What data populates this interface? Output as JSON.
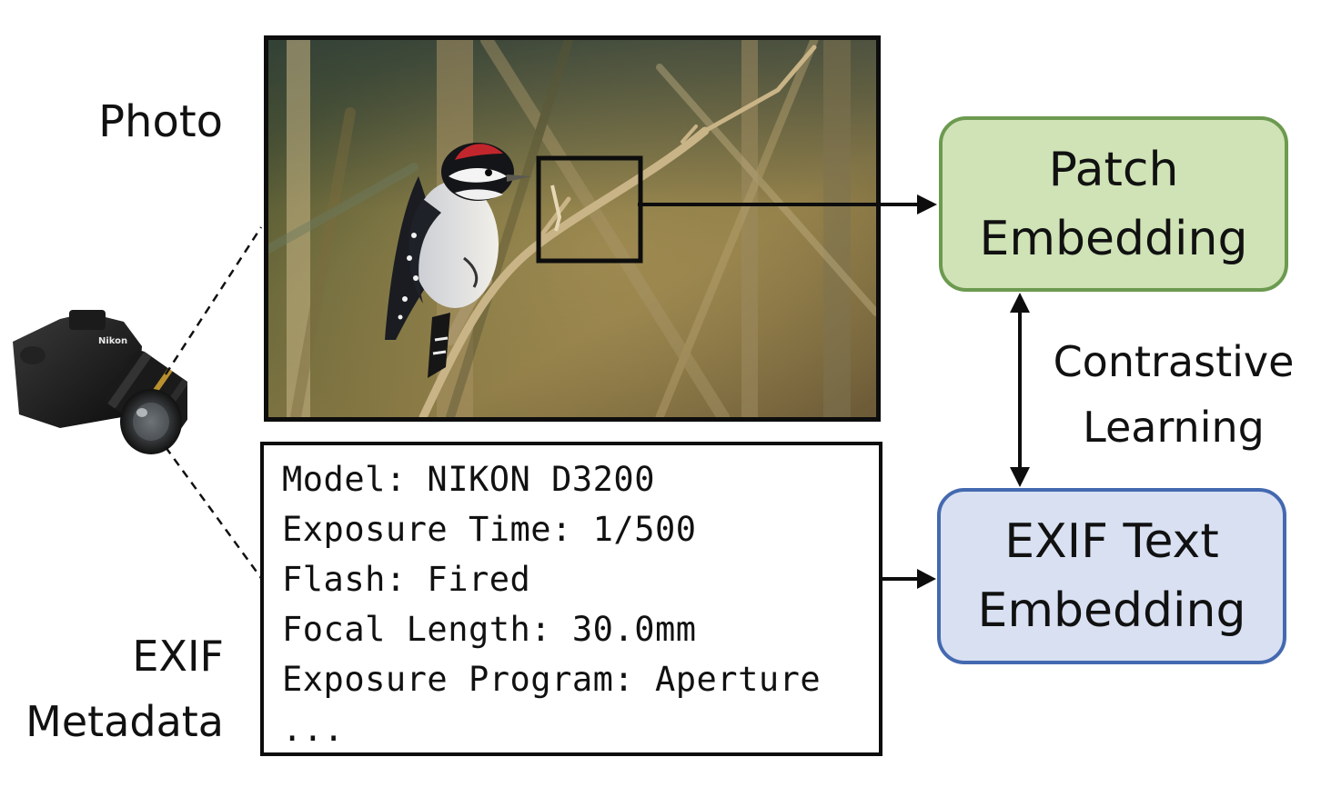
{
  "labels": {
    "photo": "Photo",
    "exif_line1": "EXIF",
    "exif_line2": "Metadata",
    "contrastive_line1": "Contrastive",
    "contrastive_line2": "Learning"
  },
  "exif_lines": [
    "Model: NIKON D3200",
    "Exposure Time: 1/500",
    "Flash: Fired",
    "Focal Length: 30.0mm",
    "Exposure Program: Aperture",
    "..."
  ],
  "boxes": {
    "patch_embedding": {
      "line1": "Patch",
      "line2": "Embedding"
    },
    "exif_text_embedding": {
      "line1": "EXIF Text",
      "line2": "Embedding"
    }
  },
  "camera_brand": "Nikon",
  "colors": {
    "patch_fill": "#cfe3b6",
    "patch_border": "#6c9a4f",
    "exif_fill": "#d8e0f2",
    "exif_border": "#4469b0"
  },
  "icons": [
    "camera-icon",
    "woodpecker-photo"
  ]
}
